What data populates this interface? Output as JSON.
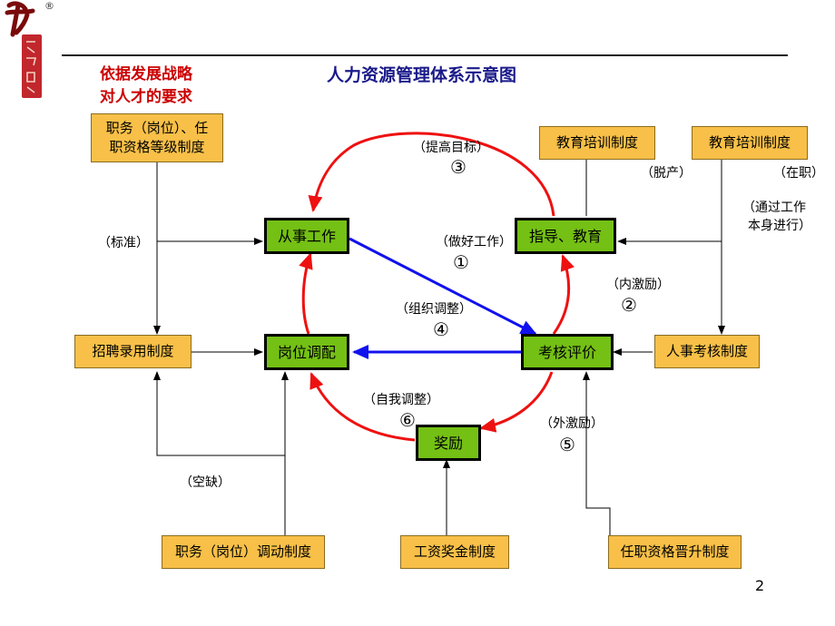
{
  "title": "人力资源管理体系示意图",
  "side_note": [
    "依据发展战略",
    "对人才的要求"
  ],
  "page_number": "2",
  "colors": {
    "red": "#ee1111",
    "blue": "#1111ee",
    "green_box": "#74c014",
    "yellow_box": "#f8c048"
  },
  "boxes": {
    "position_grade": [
      "职务（岗位）、任",
      "职资格等级制度"
    ],
    "recruitment": "招聘录用制度",
    "transfer": "职务（岗位）调动制度",
    "salary_bonus": "工资奖金制度",
    "promotion": "任职资格晋升制度",
    "training_offjob": "教育培训制度",
    "training_onjob": "教育培训制度",
    "appraisal_system": "人事考核制度"
  },
  "core": {
    "work": "从事工作",
    "guide": "指导、教育",
    "assign": "岗位调配",
    "evaluate": "考核评价",
    "reward": "奖励"
  },
  "labels": {
    "standard": "（标准）",
    "raise_goal": "（提高目标）",
    "do_well": "（做好工作）",
    "org_adjust": "（组织调整）",
    "inner_incentive": "（内激励）",
    "self_adjust": "（自我调整）",
    "outer_incentive": "（外激励）",
    "vacancy": "（空缺）",
    "off_job": "（脱产）",
    "on_job": "（在职）",
    "through_work": [
      "（通过工作",
      "本身进行）"
    ]
  },
  "numbers": {
    "n1": "①",
    "n2": "②",
    "n3": "③",
    "n4": "④",
    "n5": "⑤",
    "n6": "⑥"
  }
}
